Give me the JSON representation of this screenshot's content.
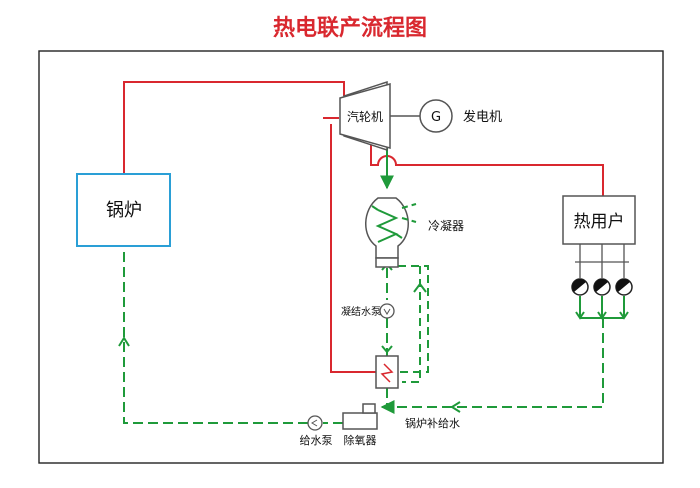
{
  "title": "热电联产流程图",
  "labels": {
    "boiler": "锅炉",
    "turbine": "汽轮机",
    "generator_symbol": "G",
    "generator": "发电机",
    "condenser": "冷凝器",
    "heat_user": "热用户",
    "condensate_pump": "凝结水泵",
    "feed_pump": "给水泵",
    "deaerator": "除氧器",
    "boiler_makeup": "锅炉补给水"
  },
  "colors": {
    "steam_line": "#d9282f",
    "water_line": "#1f9a3a",
    "boiler_border": "#2a9fd6",
    "frame": "#222222",
    "equipment": "#555555"
  }
}
